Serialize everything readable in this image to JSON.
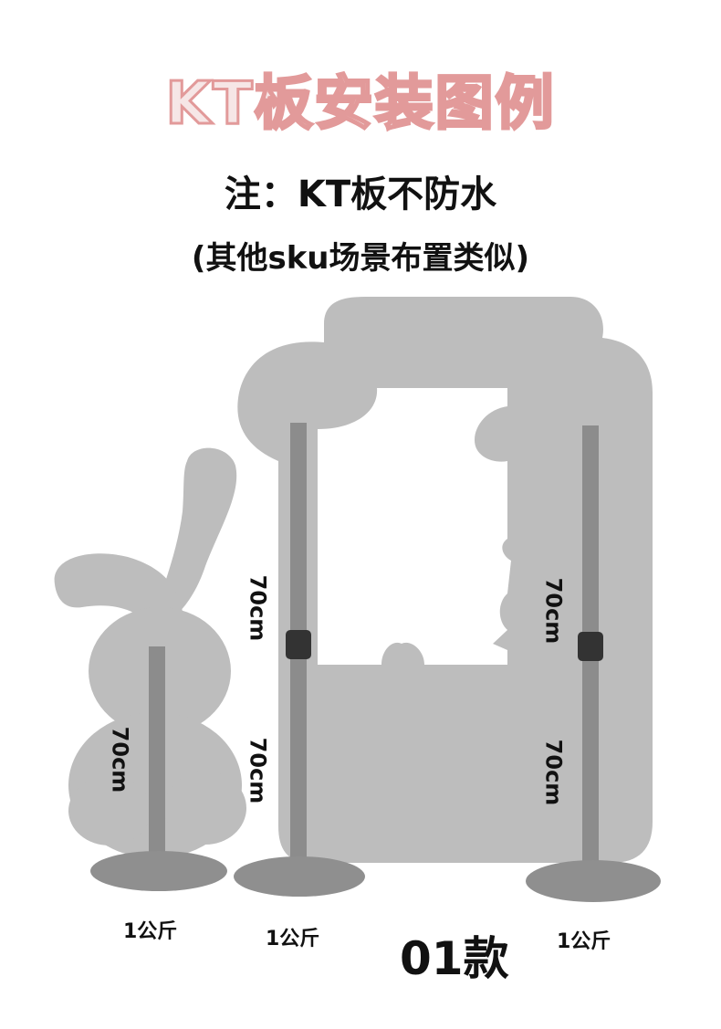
{
  "header": {
    "title": "KT板安装图例",
    "note": "注：KT板不防水",
    "subnote": "(其他sku场景布置类似)"
  },
  "labels": {
    "height_bunny": "70cm",
    "height_left_top": "70cm",
    "height_left_bottom": "70cm",
    "height_right_top": "70cm",
    "height_right_bottom": "70cm",
    "weight_bunny": "1公斤",
    "weight_left": "1公斤",
    "weight_right": "1公斤",
    "model": "01款"
  },
  "colors": {
    "title_fill": "#f6e6e6",
    "title_stroke": "#e29a9a",
    "board": "#bdbdbd",
    "pole": "#8c8c8c",
    "base": "#8f8f8f",
    "connector": "#333333"
  }
}
